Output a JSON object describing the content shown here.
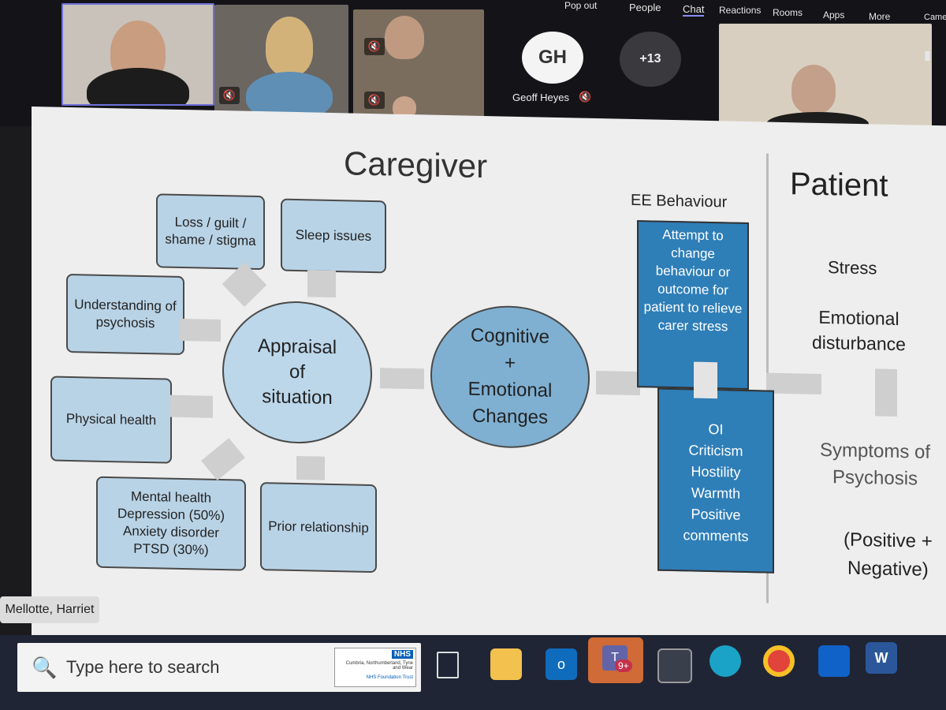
{
  "toolbar": {
    "pop_out": "Pop out",
    "people": "People",
    "chat": "Chat",
    "reactions": "Reactions",
    "rooms": "Rooms",
    "apps": "Apps",
    "more": "More",
    "camera": "Came"
  },
  "participants": {
    "geoff_initials": "GH",
    "geoff_name": "Geoff Heyes",
    "overflow_count": "+13"
  },
  "slide": {
    "caregiver_title": "Caregiver",
    "patient_title": "Patient",
    "ee_title": "EE Behaviour",
    "boxes": {
      "loss": "Loss / guilt / shame / stigma",
      "sleep": "Sleep issues",
      "understanding": "Understanding of psychosis",
      "physical": "Physical health",
      "mental": [
        "Mental health",
        "Depression (50%)",
        "Anxiety disorder",
        "PTSD (30%)"
      ],
      "prior": "Prior relationship"
    },
    "appraisal": [
      "Appraisal",
      "of",
      "situation"
    ],
    "cognitive": [
      "Cognitive",
      "+",
      "Emotional",
      "Changes"
    ],
    "ee_top": "Attempt to change behaviour or outcome for patient to relieve carer stress",
    "ee_bottom": [
      "OI",
      "Criticism",
      "Hostility",
      "Warmth",
      "Positive comments"
    ],
    "patient": {
      "stress": "Stress",
      "emotional": [
        "Emotional",
        "disturbance"
      ],
      "symptoms": [
        "Symptoms of",
        "Psychosis"
      ],
      "posneg": [
        "(Positive +",
        "Negative)"
      ]
    },
    "presenter_label": "Mellotte, Harriet"
  },
  "taskbar": {
    "search_placeholder": "Type here to search",
    "badge": "9+",
    "nhs_logo": "NHS",
    "nhs_org": "Cumbria, Northumberland, Tyne and Wear",
    "nhs_trust": "NHS Foundation Trust"
  },
  "colors": {
    "light_blue": "#b9d3e6",
    "mid_blue": "#7fb0d2",
    "dark_blue": "#2e7eb8"
  }
}
